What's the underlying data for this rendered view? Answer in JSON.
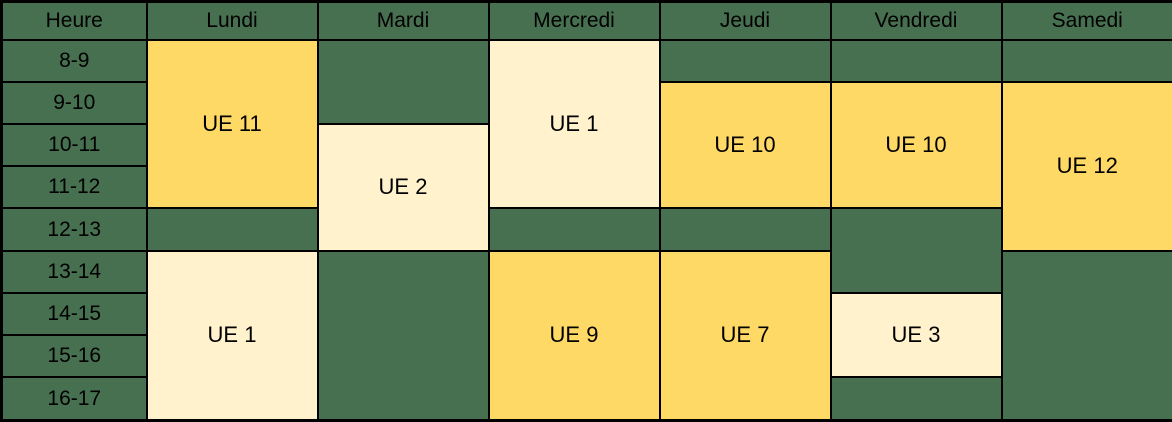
{
  "colors": {
    "empty_green": "#477050",
    "course_yellow": "#FFD966",
    "course_cream": "#FFF2CC",
    "grid_line": "#000000",
    "text": "#000000"
  },
  "table": {
    "headers": [
      "Heure",
      "Lundi",
      "Mardi",
      "Mercredi",
      "Jeudi",
      "Vendredi",
      "Samedi"
    ],
    "time_slots": [
      "8-9",
      "9-10",
      "10-11",
      "11-12",
      "12-13",
      "13-14",
      "14-15",
      "15-16",
      "16-17"
    ]
  },
  "courses": {
    "lundi_ue11": {
      "label": "UE 11"
    },
    "lundi_ue1": {
      "label": "UE 1"
    },
    "mardi_ue2": {
      "label": "UE 2"
    },
    "mercredi_ue1": {
      "label": "UE 1"
    },
    "mercredi_ue9": {
      "label": "UE 9"
    },
    "jeudi_ue10": {
      "label": "UE 10"
    },
    "jeudi_ue7": {
      "label": "UE 7"
    },
    "vendredi_ue10": {
      "label": "UE 10"
    },
    "vendredi_ue3": {
      "label": "UE 3"
    },
    "samedi_ue12": {
      "label": "UE 12"
    }
  },
  "chart_data": {
    "type": "table",
    "columns": [
      "Heure",
      "Lundi",
      "Mardi",
      "Mercredi",
      "Jeudi",
      "Vendredi",
      "Samedi"
    ],
    "rows": [
      [
        "8-9",
        "UE 11",
        "",
        "UE 1",
        "",
        "",
        ""
      ],
      [
        "9-10",
        "UE 11",
        "",
        "UE 1",
        "UE 10",
        "UE 10",
        "UE 12"
      ],
      [
        "10-11",
        "UE 11",
        "UE 2",
        "UE 1",
        "UE 10",
        "UE 10",
        "UE 12"
      ],
      [
        "11-12",
        "UE 11",
        "UE 2",
        "UE 1",
        "UE 10",
        "UE 10",
        "UE 12"
      ],
      [
        "12-13",
        "",
        "UE 2",
        "",
        "",
        "",
        "UE 12"
      ],
      [
        "13-14",
        "UE 1",
        "",
        "UE 9",
        "UE 7",
        "",
        ""
      ],
      [
        "14-15",
        "UE 1",
        "",
        "UE 9",
        "UE 7",
        "UE 3",
        ""
      ],
      [
        "15-16",
        "UE 1",
        "",
        "UE 9",
        "UE 7",
        "UE 3",
        ""
      ],
      [
        "16-17",
        "UE 1",
        "",
        "UE 9",
        "UE 7",
        "",
        ""
      ]
    ],
    "cell_styles": {
      "yellow_blocks": [
        "UE 11 (Lundi 8-12)",
        "UE 10 (Jeudi 9-12)",
        "UE 10 (Vendredi 9-12)",
        "UE 12 (Samedi 9-13)",
        "UE 9 (Mercredi 13-17)",
        "UE 7 (Jeudi 13-17)"
      ],
      "cream_blocks": [
        "UE 1 (Mercredi 8-12)",
        "UE 2 (Mardi 10-13)",
        "UE 1 (Lundi 13-17)",
        "UE 3 (Vendredi 14-16)"
      ],
      "green_blocks": "empty cells"
    },
    "layout_hints": {
      "merged_cells": true,
      "grid": "black 2px lines",
      "header_row_background": "green"
    }
  }
}
